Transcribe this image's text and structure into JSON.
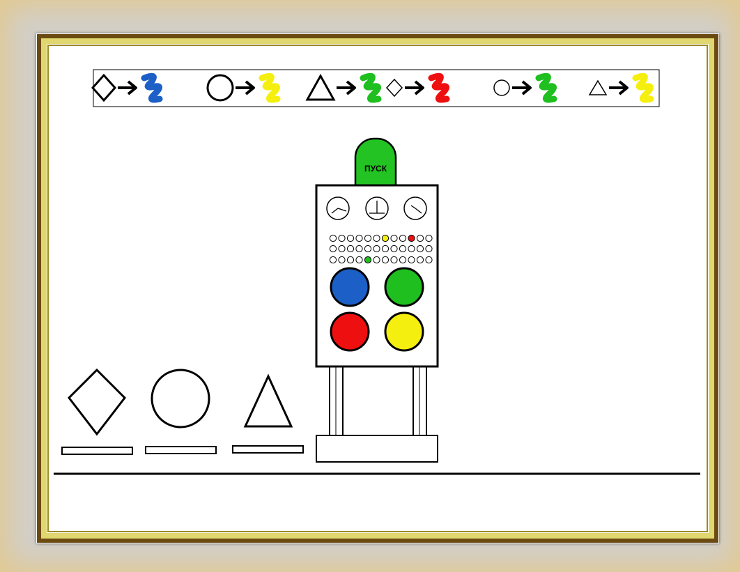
{
  "start_button": {
    "label": "ПУСК",
    "color": "#22c322"
  },
  "colors": {
    "blue": "#1c5fc6",
    "green": "#1fbf1f",
    "yellow": "#f5ef0f",
    "red": "#ee1010",
    "frame_dark": "#5a3a0e",
    "frame_gold": "#ddd86a"
  },
  "legend": [
    {
      "shape": "diamond-large",
      "paint": "blue"
    },
    {
      "shape": "circle-large",
      "paint": "yellow"
    },
    {
      "shape": "triangle-large",
      "paint": "green"
    },
    {
      "shape": "diamond-small",
      "paint": "red"
    },
    {
      "shape": "circle-small",
      "paint": "green"
    },
    {
      "shape": "triangle-small",
      "paint": "yellow"
    }
  ],
  "buttons": [
    "blue",
    "green",
    "red",
    "yellow"
  ],
  "figures": [
    "diamond",
    "circle",
    "triangle"
  ],
  "indicator_lights": {
    "row1": {
      "yellow_index": 7,
      "red_index": 10
    },
    "row3": {
      "green_index": 5
    }
  }
}
